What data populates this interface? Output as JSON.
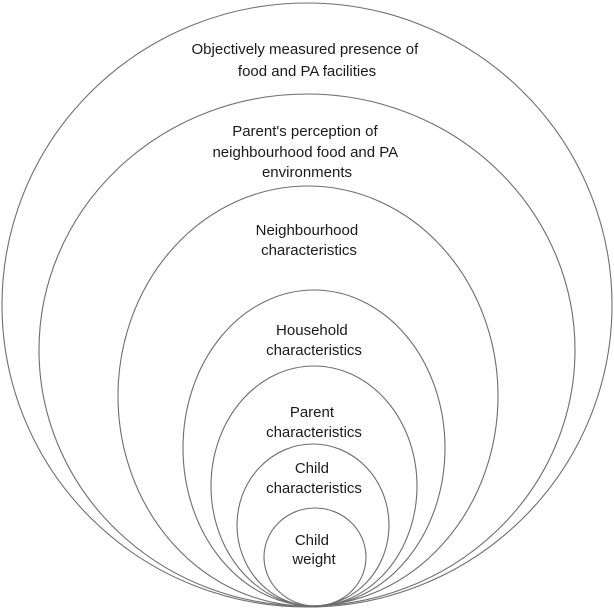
{
  "layers": [
    {
      "lines": [
        "Objectively measured presence of",
        "food and PA facilities"
      ]
    },
    {
      "lines": [
        "Parent's perception of",
        "neighbourhood food and PA",
        "environments"
      ]
    },
    {
      "lines": [
        "Neighbourhood",
        "characteristics"
      ]
    },
    {
      "lines": [
        "Household",
        "characteristics"
      ]
    },
    {
      "lines": [
        "Parent",
        "characteristics"
      ]
    },
    {
      "lines": [
        "Child",
        "characteristics"
      ]
    },
    {
      "lines": [
        "Child",
        "weight"
      ]
    }
  ]
}
